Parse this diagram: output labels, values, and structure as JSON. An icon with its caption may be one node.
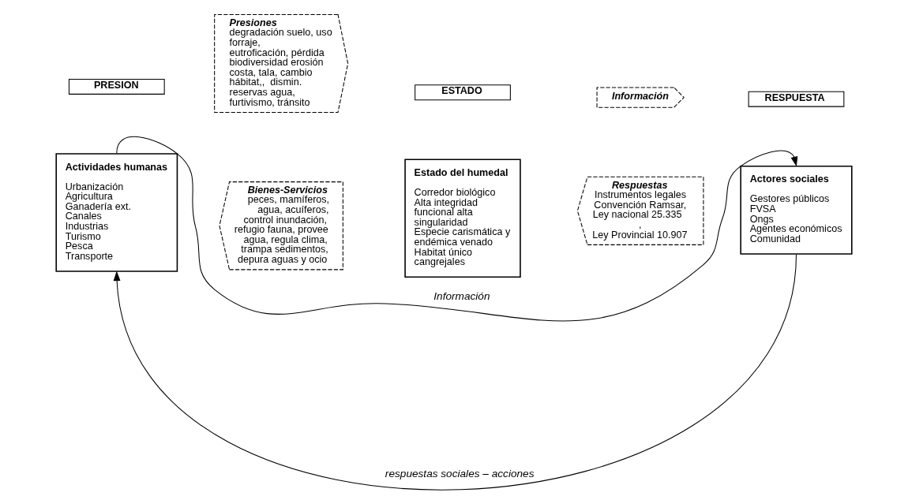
{
  "diagram": {
    "nodes": [
      {
        "text": [
          "PRESION"
        ]
      },
      {
        "text": [
          "ESTADO"
        ]
      },
      {
        "text": [
          "RESPUESTA"
        ]
      },
      {
        "text": [
          "Actividades humanas",
          "Urbanización",
          "Agricultura",
          "Ganadería ext.",
          "Canales",
          "Industrias",
          "Turismo",
          "Pesca",
          "Transporte"
        ]
      },
      {
        "text": [
          "Presiones",
          "degradación suelo, uso forraje, eutroficación, pérdida biodiversidad erosión costa, tala, cambio hábitat,,  dismin. reservas agua, furtivismo, tránsito"
        ]
      },
      {
        "text": [
          "Bienes-Servicios",
          "peces, mamíferos, agua, acuíferos, control inundación, refugio fauna, provee agua, regula clima, trampa sedimentos, depura aguas y ocio"
        ]
      },
      {
        "text": [
          "Estado del humedal",
          "Corredor biológico",
          "Alta integridad funcional alta singularidad",
          "Especie carismática y endémica venado",
          "Habitat único cangrejales"
        ]
      },
      {
        "text": [
          "Información"
        ]
      },
      {
        "text": [
          "Respuestas",
          "Instrumentos legales",
          "Convención Ramsar,",
          "Ley nacional 25.335   ,",
          "Ley Provincial 10.907"
        ]
      },
      {
        "text": [
          "Actores sociales",
          "Gestores públicos",
          "FVSA",
          "Ongs",
          "Agentes económicos",
          "Comunidad"
        ]
      }
    ],
    "edges": [
      {
        "from": 3,
        "to": 9,
        "arrow": "to",
        "label": "Información"
      },
      {
        "from": 9,
        "to": 3,
        "arrow": "to",
        "label": "respuestas sociales – acciones"
      }
    ]
  }
}
